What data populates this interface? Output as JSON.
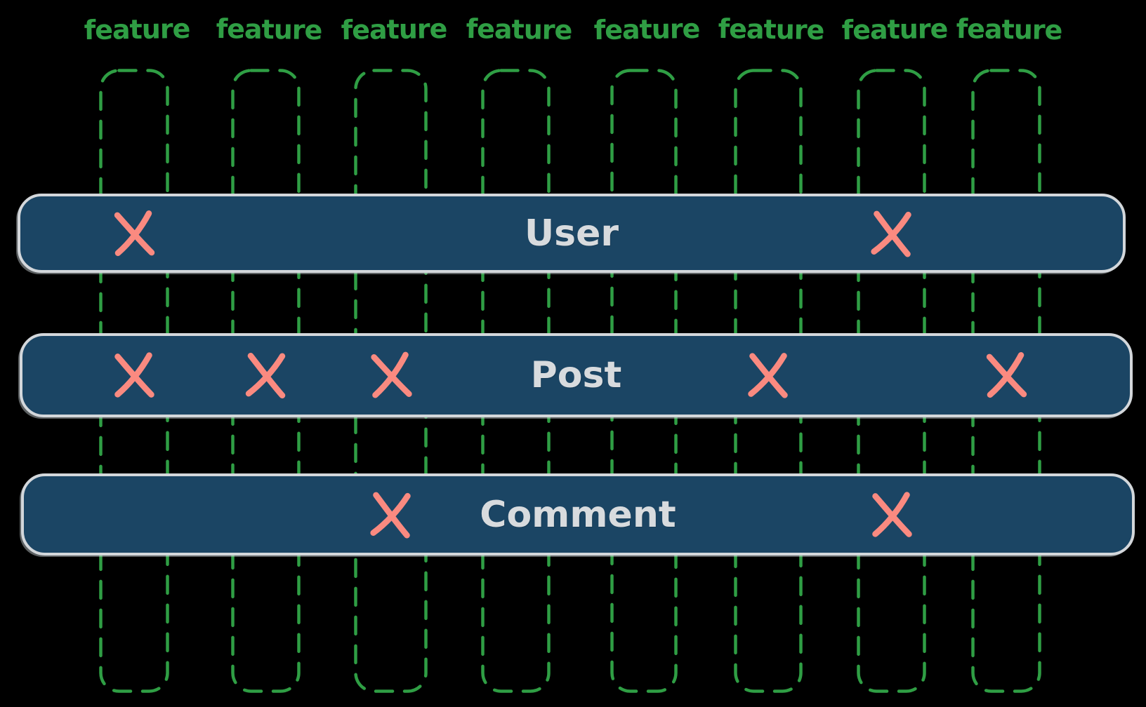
{
  "diagram": {
    "description": "feature matrix diagram",
    "colors": {
      "background": "#000000",
      "feature_green": "#2f9e44",
      "entity_fill_navy": "#1b4564",
      "entity_outline_gray": "#d3d7db",
      "entity_text_gray": "#d8dbde",
      "mark_salmon": "#fa8a80"
    },
    "features": [
      {
        "label": "feature"
      },
      {
        "label": "feature"
      },
      {
        "label": "feature"
      },
      {
        "label": "feature"
      },
      {
        "label": "feature"
      },
      {
        "label": "feature"
      },
      {
        "label": "feature"
      },
      {
        "label": "feature"
      }
    ],
    "entities": [
      {
        "label": "User",
        "marked_feature_columns": [
          1,
          7
        ]
      },
      {
        "label": "Post",
        "marked_feature_columns": [
          1,
          2,
          3,
          6,
          8
        ]
      },
      {
        "label": "Comment",
        "marked_feature_columns": [
          3,
          7
        ]
      }
    ],
    "mark_glyph": "x-mark"
  }
}
